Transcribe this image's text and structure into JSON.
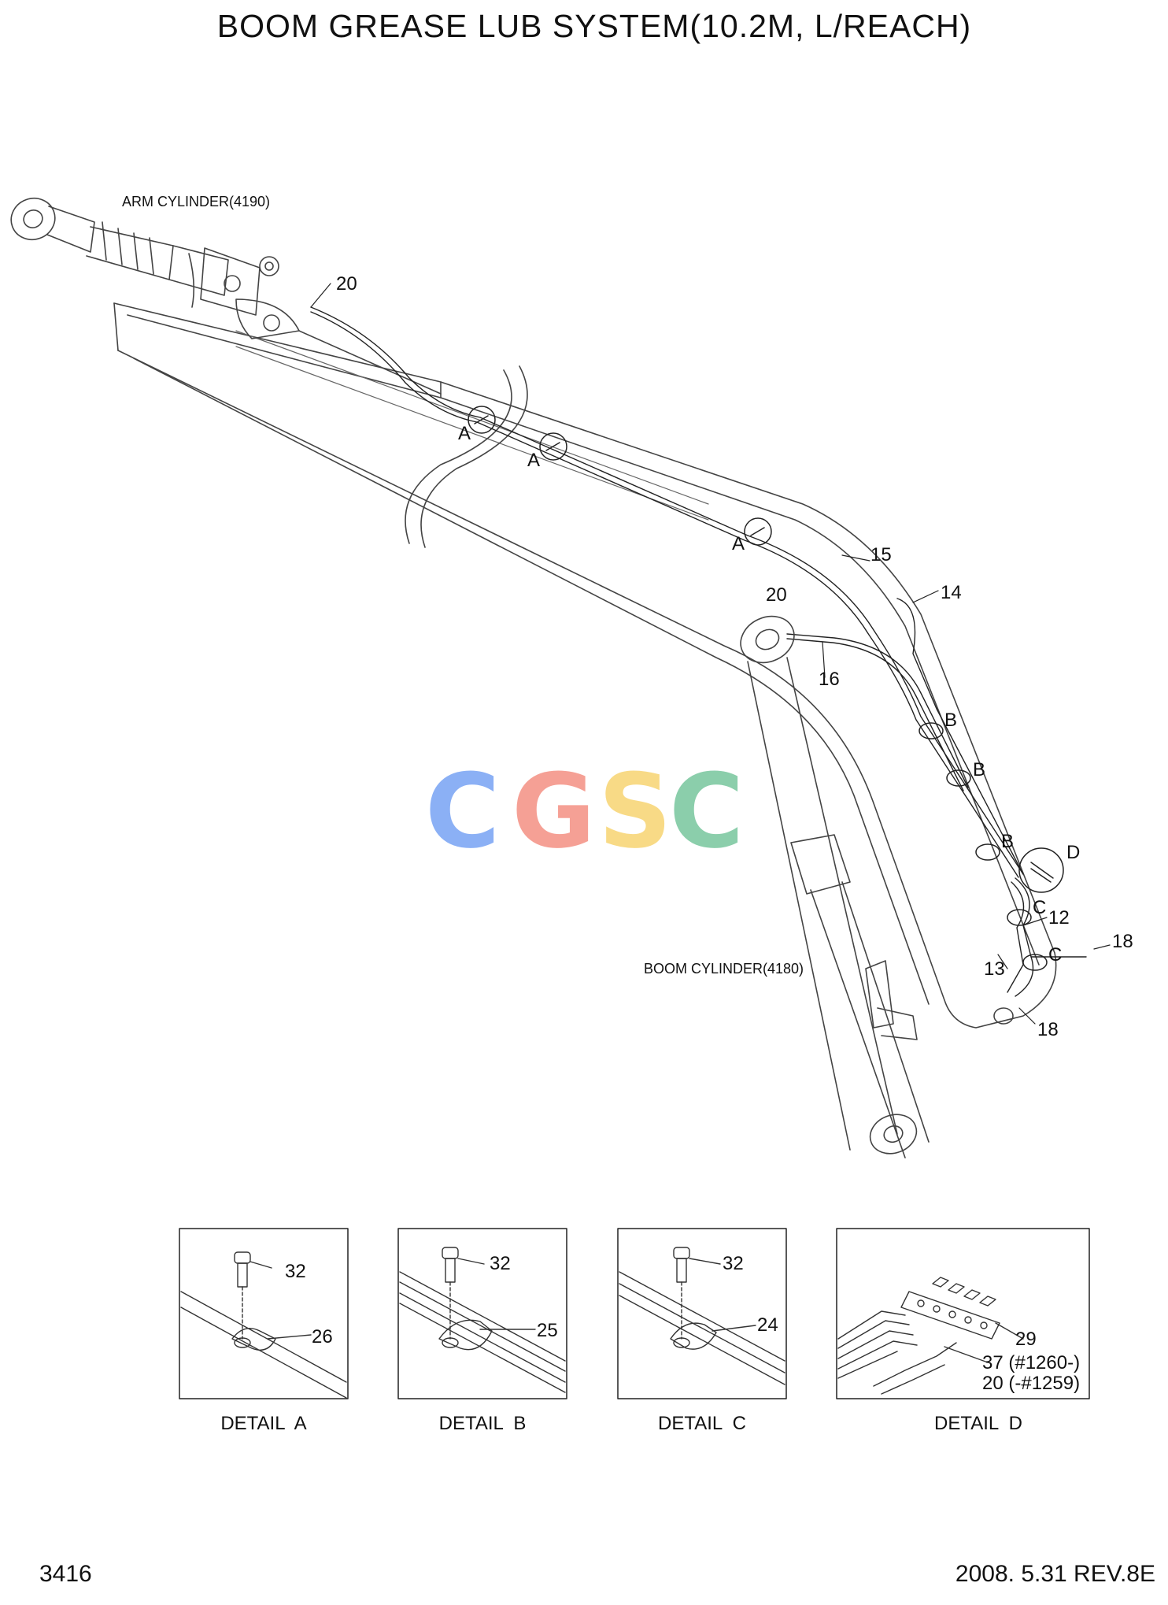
{
  "title": "BOOM GREASE LUB SYSTEM(10.2M, L/REACH)",
  "labels": {
    "arm_cylinder": "ARM CYLINDER(4190)",
    "boom_cylinder": "BOOM CYLINDER(4180)"
  },
  "callouts": {
    "c20_top": "20",
    "c20_mid": "20",
    "c15": "15",
    "c14": "14",
    "c16": "16",
    "c12": "12",
    "c13": "13",
    "c18_right": "18",
    "c18_bottom": "18",
    "a1": "A",
    "a2": "A",
    "a3": "A",
    "b1": "B",
    "b2": "B",
    "b3": "B",
    "c_1": "C",
    "c_2": "C",
    "d1": "D"
  },
  "watermark": {
    "letters": [
      "C",
      "G",
      "S",
      "C"
    ],
    "colors": [
      "#7fa8f5",
      "#f5968a",
      "#f8d77a",
      "#7fc9a2"
    ]
  },
  "details": [
    {
      "caption": "DETAIL  A",
      "bolt": "32",
      "clamp": "26"
    },
    {
      "caption": "DETAIL  B",
      "bolt": "32",
      "clamp": "25"
    },
    {
      "caption": "DETAIL  C",
      "bolt": "32",
      "clamp": "24"
    },
    {
      "caption": "DETAIL  D",
      "fitting": "29",
      "part_a": "37 (#1260-)",
      "part_b": "20 (-#1259)"
    }
  ],
  "footer": {
    "page_number": "3416",
    "revision": "2008. 5.31  REV.8E"
  }
}
